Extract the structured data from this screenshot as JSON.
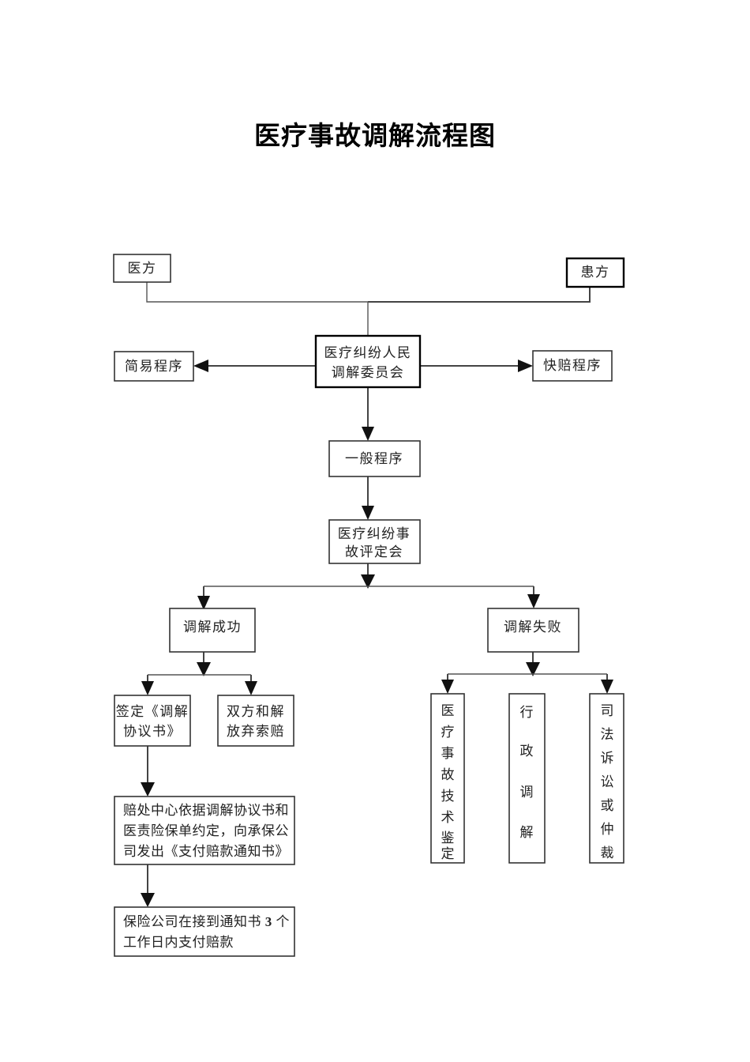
{
  "page": {
    "title": "医疗事故调解流程图",
    "background_color": "#ffffff",
    "text_color": "#222222",
    "line_color": "#444444"
  },
  "diagram": {
    "type": "flowchart",
    "orientation": "top-down",
    "nodes": {
      "medical_party": {
        "label": "医方"
      },
      "patient_party": {
        "label": "患方"
      },
      "mediation_committee": {
        "line1": "医疗纠纷人民",
        "line2": "调解委员会"
      },
      "simple_procedure": {
        "label": "简易程序"
      },
      "fast_claim_procedure": {
        "label": "快赔程序"
      },
      "general_procedure": {
        "label": "一般程序"
      },
      "assessment_meeting": {
        "line1": "医疗纠纷事",
        "line2": "故评定会"
      },
      "mediation_success": {
        "label": "调解成功"
      },
      "mediation_failure": {
        "label": "调解失败"
      },
      "sign_agreement": {
        "line1": "签定《调解",
        "line2": "协议书》"
      },
      "mutual_settlement": {
        "line1": "双方和解",
        "line2": "放弃索赔"
      },
      "claim_center_notice": {
        "line1": "赔处中心依据调解协议书和",
        "line2": "医责险保单约定，向承保公",
        "line3": "司发出《支付赔款通知书》"
      },
      "insurer_payment": {
        "line1_a": "保险公司在接到通知书 ",
        "line1_b": "3",
        "line1_c": " 个",
        "line2": "工作日内支付赔款"
      },
      "technical_appraisal": {
        "chars": [
          "医",
          "疗",
          "事",
          "故",
          "技",
          "术",
          "鉴",
          "定"
        ]
      },
      "administrative_mediation": {
        "chars": [
          "行",
          "政",
          "调",
          "解"
        ]
      },
      "litigation_arbitration": {
        "chars": [
          "司",
          "法",
          "诉",
          "讼",
          "或",
          "仲",
          "裁"
        ]
      }
    },
    "edges": [
      {
        "from": "medical_party",
        "to": "mediation_committee",
        "style": "orthogonal"
      },
      {
        "from": "patient_party",
        "to": "mediation_committee",
        "style": "orthogonal"
      },
      {
        "from": "mediation_committee",
        "to": "simple_procedure",
        "style": "arrow-left"
      },
      {
        "from": "mediation_committee",
        "to": "fast_claim_procedure",
        "style": "arrow-right"
      },
      {
        "from": "mediation_committee",
        "to": "general_procedure",
        "style": "arrow-down"
      },
      {
        "from": "general_procedure",
        "to": "assessment_meeting",
        "style": "arrow-down"
      },
      {
        "from": "assessment_meeting",
        "to": "mediation_success",
        "style": "split-down"
      },
      {
        "from": "assessment_meeting",
        "to": "mediation_failure",
        "style": "split-down"
      },
      {
        "from": "mediation_success",
        "to": "sign_agreement",
        "style": "split-down"
      },
      {
        "from": "mediation_success",
        "to": "mutual_settlement",
        "style": "split-down"
      },
      {
        "from": "sign_agreement",
        "to": "claim_center_notice",
        "style": "arrow-down"
      },
      {
        "from": "claim_center_notice",
        "to": "insurer_payment",
        "style": "arrow-down"
      },
      {
        "from": "mediation_failure",
        "to": "technical_appraisal",
        "style": "split-down"
      },
      {
        "from": "mediation_failure",
        "to": "administrative_mediation",
        "style": "split-down"
      },
      {
        "from": "mediation_failure",
        "to": "litigation_arbitration",
        "style": "split-down"
      }
    ]
  }
}
